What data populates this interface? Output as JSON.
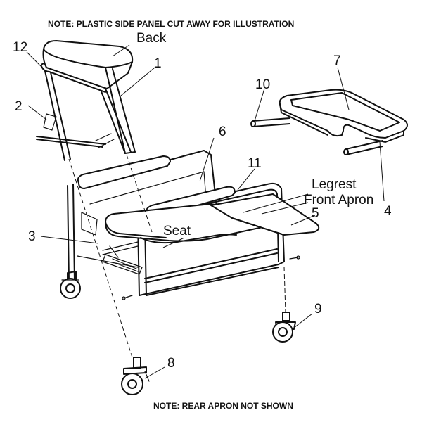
{
  "notes": {
    "top": "NOTE: PLASTIC SIDE PANEL CUT AWAY FOR ILLUSTRATION",
    "bottom": "NOTE: REAR APRON NOT SHOWN"
  },
  "labels": {
    "back": "Back",
    "seat": "Seat",
    "legrest": "Legrest",
    "front_apron": "Front Apron"
  },
  "callouts": {
    "n1": "1",
    "n2": "2",
    "n3": "3",
    "n4": "4",
    "n5": "5",
    "n6": "6",
    "n7": "7",
    "n8": "8",
    "n9": "9",
    "n10": "10",
    "n11": "11",
    "n12": "12"
  }
}
